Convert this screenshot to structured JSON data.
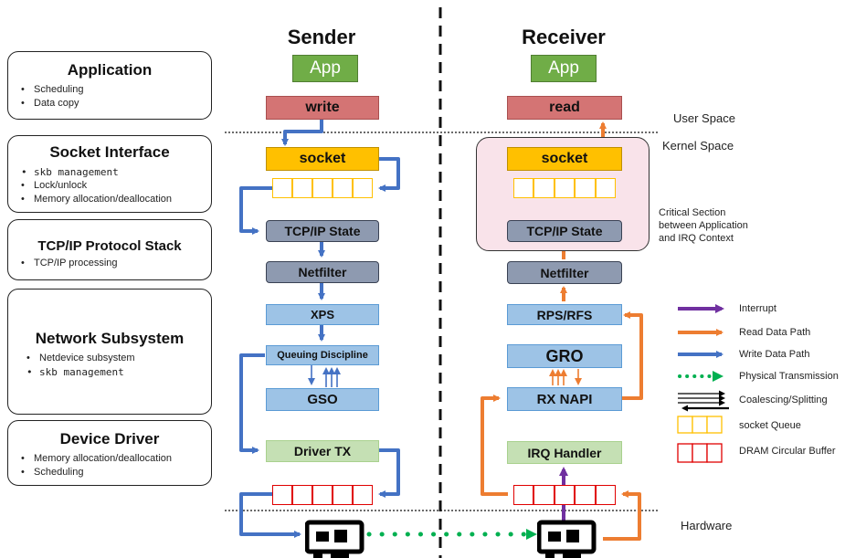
{
  "layers": [
    {
      "title": "Application",
      "items": [
        "Scheduling",
        "Data copy"
      ]
    },
    {
      "title": "Socket Interface",
      "items": [
        "skb management",
        "Lock/unlock",
        "Memory allocation/deallocation"
      ]
    },
    {
      "title": "TCP/IP Protocol Stack",
      "items": [
        "TCP/IP processing"
      ]
    },
    {
      "title": "Network Subsystem",
      "items": [
        "Netdevice subsystem",
        "skb management"
      ]
    },
    {
      "title": "Device Driver",
      "items": [
        "Memory allocation/deallocation",
        "Scheduling"
      ]
    }
  ],
  "sender": {
    "header": "Sender",
    "app": "App",
    "write": "write",
    "socket": "socket",
    "tcpip": "TCP/IP State",
    "netfilter": "Netfilter",
    "xps": "XPS",
    "qdisc": "Queuing Discipline",
    "gso": "GSO",
    "driver_tx": "Driver TX"
  },
  "receiver": {
    "header": "Receiver",
    "app": "App",
    "read": "read",
    "socket": "socket",
    "tcpip": "TCP/IP State",
    "netfilter": "Netfilter",
    "rps": "RPS/RFS",
    "gro": "GRO",
    "rx_napi": "RX NAPI",
    "irq": "IRQ Handler"
  },
  "spaces": {
    "user": "User Space",
    "kernel": "Kernel Space",
    "hardware": "Hardware"
  },
  "critical_note": [
    "Critical Section",
    "between Application",
    "and IRQ Context"
  ],
  "legend": [
    {
      "label": "Interrupt",
      "color": "#7030a0",
      "kind": "arrow"
    },
    {
      "label": "Read Data Path",
      "color": "#ed7d31",
      "kind": "arrow"
    },
    {
      "label": "Write Data Path",
      "color": "#4472c4",
      "kind": "arrow"
    },
    {
      "label": "Physical Transmission",
      "color": "#00b050",
      "kind": "dots"
    },
    {
      "label": "Coalescing/Splitting",
      "color": "#000000",
      "kind": "multi"
    },
    {
      "label": "socket Queue",
      "color": "#ffc000",
      "kind": "queue"
    },
    {
      "label": "DRAM Circular Buffer",
      "color": "#e00000",
      "kind": "queue"
    }
  ]
}
